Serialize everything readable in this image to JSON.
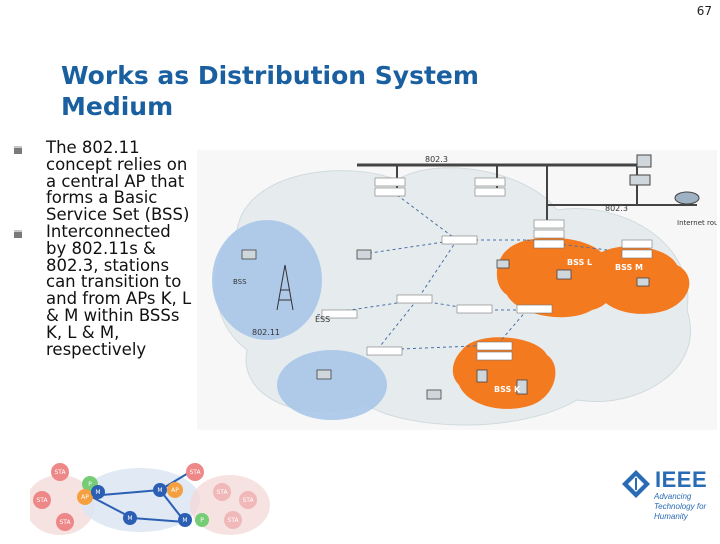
{
  "page_number": "67",
  "title": "Works as Distribution System Medium",
  "bullets": [
    "The 802.11 concept relies on a central AP that forms a Basic Service Set (BSS)",
    "Interconnected by 802.11s & 802.3, stations can transition to and from APs K, L & M within BSSs K, L & M, respectively"
  ],
  "figure": {
    "wired_label_top": "802.3",
    "wired_label_right": "802.3",
    "wireless_label_left": "802.11",
    "internet_router": "Internet router",
    "bss_k": "BSS K",
    "bss_l": "BSS L",
    "bss_m": "BSS M",
    "ess": "ESS",
    "bss_generic": "BSS"
  },
  "bottom_network": {
    "sta": "STA",
    "ap": "AP",
    "p": "P",
    "m": "M"
  },
  "logo": {
    "name": "IEEE",
    "tagline": "Advancing Technology for Humanity"
  },
  "colors": {
    "title": "#1a5fa0",
    "bss_orange": "#f47a20",
    "cloud": "#e6ecee",
    "lan_blue": "#a9c6e8",
    "logo_blue": "#2a6bb5"
  }
}
